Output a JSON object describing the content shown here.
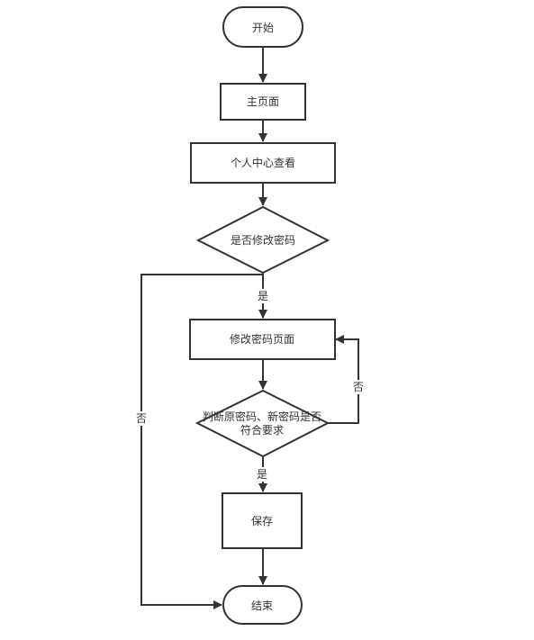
{
  "diagram": {
    "nodes": {
      "start": "开始",
      "home": "主页面",
      "profile": "个人中心查看",
      "decision_change": "是否修改密码",
      "change_page": "修改密码页面",
      "decision_valid_line1": "判断原密码、新密码是否",
      "decision_valid_line2": "符合要求",
      "save": "保存",
      "end": "结束"
    },
    "edge_labels": {
      "change_yes": "是",
      "change_no": "否",
      "valid_no": "否",
      "valid_yes": "是"
    }
  }
}
